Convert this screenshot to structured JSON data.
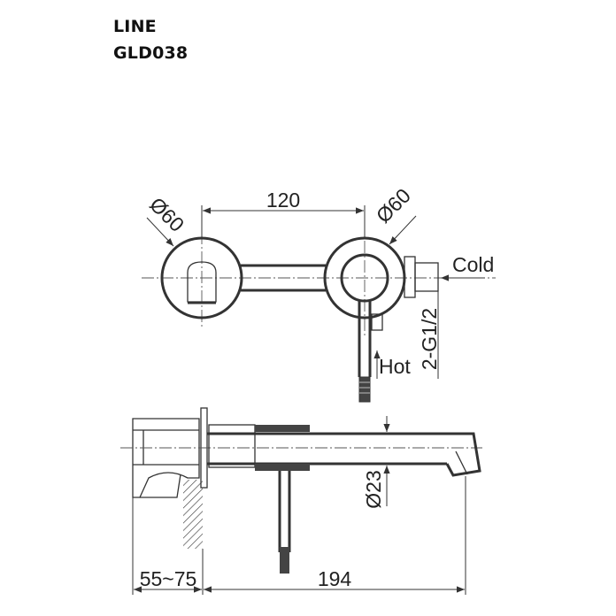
{
  "header": {
    "series": "LINE",
    "model": "GLD038"
  },
  "labels": {
    "dia_left": "Ø60",
    "dia_right": "Ø60",
    "spacing": "120",
    "cold": "Cold",
    "hot": "Hot",
    "thread": "2-G1/2",
    "spout_dia": "Ø23",
    "wall_depth": "55~75",
    "spout_length": "194"
  }
}
